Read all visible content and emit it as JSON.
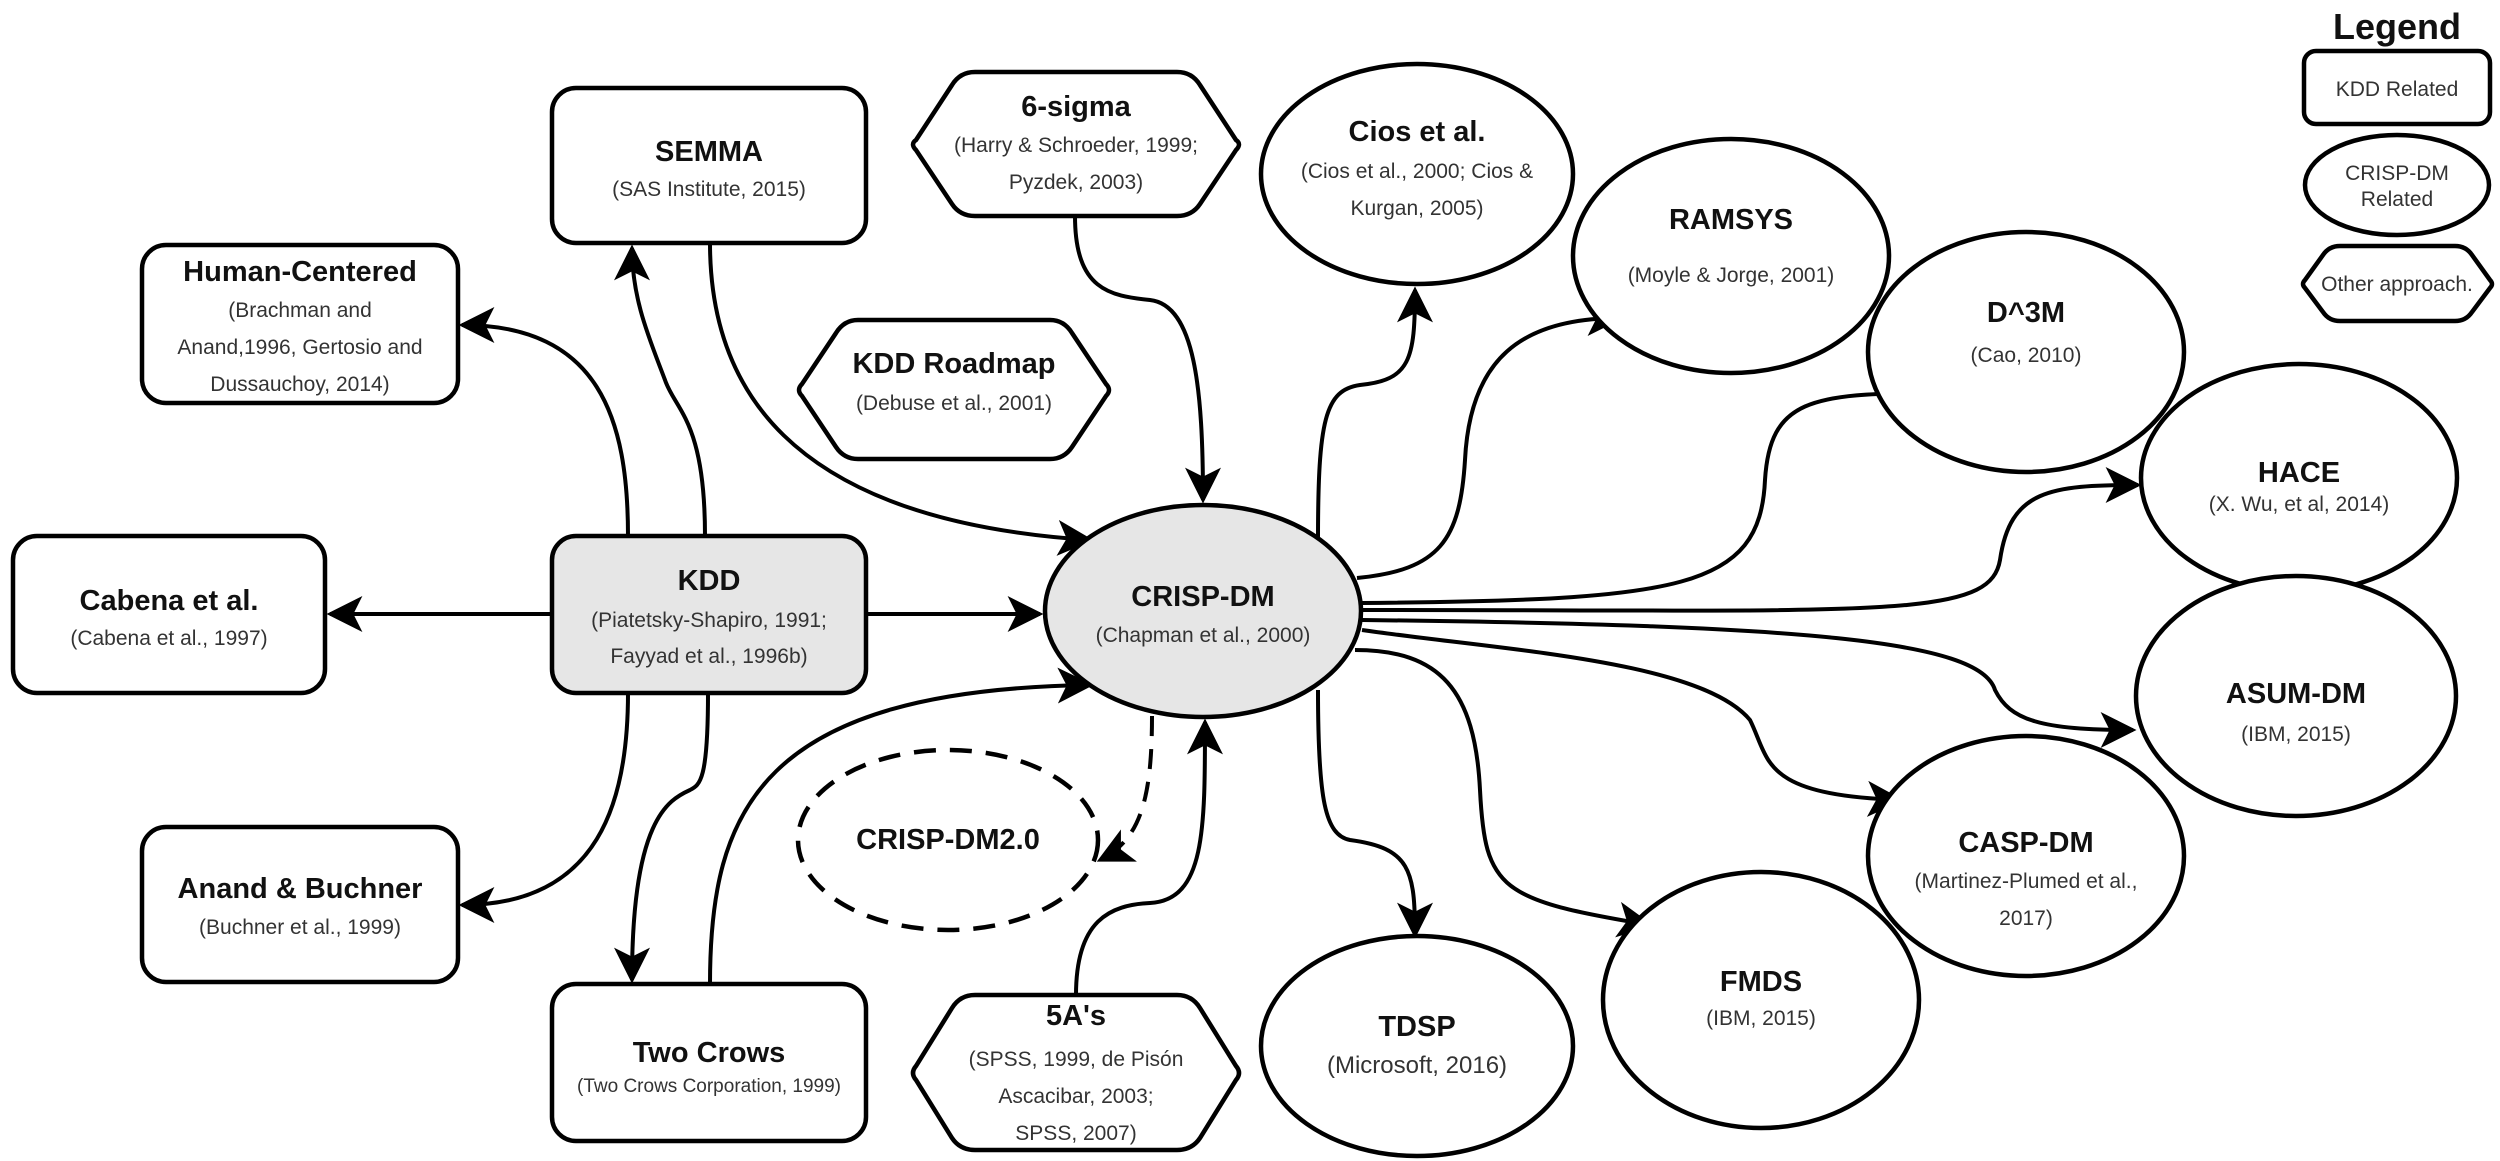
{
  "nodes": {
    "semma": {
      "title": "SEMMA",
      "lines": [
        "(SAS Institute, 2015)"
      ],
      "category": "KDD Related"
    },
    "human_centered": {
      "title": "Human-Centered",
      "lines": [
        "(Brachman and",
        "Anand,1996, Gertosio and",
        "Dussauchoy, 2014)"
      ],
      "category": "KDD Related"
    },
    "cabena": {
      "title": "Cabena et al.",
      "lines": [
        "(Cabena et al., 1997)"
      ],
      "category": "KDD Related"
    },
    "kdd": {
      "title": "KDD",
      "lines": [
        "(Piatetsky-Shapiro, 1991;",
        "Fayyad et al., 1996b)"
      ],
      "category": "KDD Related"
    },
    "anand_buchner": {
      "title": "Anand & Buchner",
      "lines": [
        "(Buchner et al., 1999)"
      ],
      "category": "KDD Related"
    },
    "two_crows": {
      "title": "Two Crows",
      "lines": [
        "(Two Crows Corporation, 1999)"
      ],
      "category": "KDD Related"
    },
    "six_sigma": {
      "title": "6-sigma",
      "lines": [
        "(Harry & Schroeder, 1999;",
        "Pyzdek, 2003)"
      ],
      "category": "Other approach."
    },
    "kdd_roadmap": {
      "title": "KDD Roadmap",
      "lines": [
        "(Debuse et al., 2001)"
      ],
      "category": "Other approach."
    },
    "five_as": {
      "title": "5A's",
      "lines": [
        "(SPSS, 1999, de Pisón",
        "Ascacibar, 2003;",
        "SPSS, 2007)"
      ],
      "category": "Other approach."
    },
    "crisp_dm": {
      "title": "CRISP-DM",
      "lines": [
        "(Chapman et al., 2000)"
      ],
      "category": "CRISP-DM Related"
    },
    "crisp_dm2": {
      "title": "CRISP-DM2.0",
      "lines": [],
      "category": "CRISP-DM Related"
    },
    "cios": {
      "title": "Cios et al.",
      "lines": [
        "(Cios et al., 2000; Cios &",
        "Kurgan, 2005)"
      ],
      "category": "CRISP-DM Related"
    },
    "ramsys": {
      "title": "RAMSYS",
      "lines": [
        "(Moyle & Jorge, 2001)"
      ],
      "category": "CRISP-DM Related"
    },
    "d3m": {
      "title": "D^3M",
      "lines": [
        "(Cao, 2010)"
      ],
      "category": "CRISP-DM Related"
    },
    "hace": {
      "title": "HACE",
      "lines": [
        "(X. Wu, et al, 2014)"
      ],
      "category": "CRISP-DM Related"
    },
    "asum_dm": {
      "title": "ASUM-DM",
      "lines": [
        "(IBM, 2015)"
      ],
      "category": "CRISP-DM Related"
    },
    "casp_dm": {
      "title": "CASP-DM",
      "lines": [
        "(Martinez-Plumed et al.,",
        "2017)"
      ],
      "category": "CRISP-DM Related"
    },
    "fmds": {
      "title": "FMDS",
      "lines": [
        "(IBM, 2015)"
      ],
      "category": "CRISP-DM Related"
    },
    "tdsp": {
      "title": "TDSP",
      "lines": [
        "(Microsoft, 2016)"
      ],
      "category": "CRISP-DM Related"
    }
  },
  "edges": [
    {
      "from": "kdd",
      "to": "semma",
      "style": "solid"
    },
    {
      "from": "semma",
      "to": "crisp_dm",
      "style": "solid"
    },
    {
      "from": "kdd",
      "to": "human_centered",
      "style": "solid"
    },
    {
      "from": "kdd",
      "to": "cabena",
      "style": "solid"
    },
    {
      "from": "kdd",
      "to": "crisp_dm",
      "style": "solid"
    },
    {
      "from": "kdd",
      "to": "anand_buchner",
      "style": "solid"
    },
    {
      "from": "kdd",
      "to": "two_crows",
      "style": "solid"
    },
    {
      "from": "two_crows",
      "to": "crisp_dm",
      "style": "solid"
    },
    {
      "from": "six_sigma",
      "to": "crisp_dm",
      "style": "solid"
    },
    {
      "from": "five_as",
      "to": "crisp_dm",
      "style": "solid"
    },
    {
      "from": "crisp_dm",
      "to": "crisp_dm2",
      "style": "dashed"
    },
    {
      "from": "crisp_dm",
      "to": "cios",
      "style": "solid"
    },
    {
      "from": "crisp_dm",
      "to": "ramsys",
      "style": "solid"
    },
    {
      "from": "crisp_dm",
      "to": "d3m",
      "style": "solid"
    },
    {
      "from": "crisp_dm",
      "to": "hace",
      "style": "solid"
    },
    {
      "from": "crisp_dm",
      "to": "asum_dm",
      "style": "solid"
    },
    {
      "from": "crisp_dm",
      "to": "casp_dm",
      "style": "solid"
    },
    {
      "from": "crisp_dm",
      "to": "fmds",
      "style": "solid"
    },
    {
      "from": "crisp_dm",
      "to": "tdsp",
      "style": "solid"
    }
  ],
  "legend": {
    "title": "Legend",
    "items": [
      {
        "label": "KDD Related",
        "shape": "rounded-rectangle"
      },
      {
        "label_lines": [
          "CRISP-DM",
          "Related"
        ],
        "shape": "ellipse"
      },
      {
        "label": "Other approach.",
        "shape": "hexagon"
      }
    ]
  },
  "colors": {
    "core_fill": "#e6e6e6",
    "stroke": "#000000",
    "background": "#ffffff"
  }
}
